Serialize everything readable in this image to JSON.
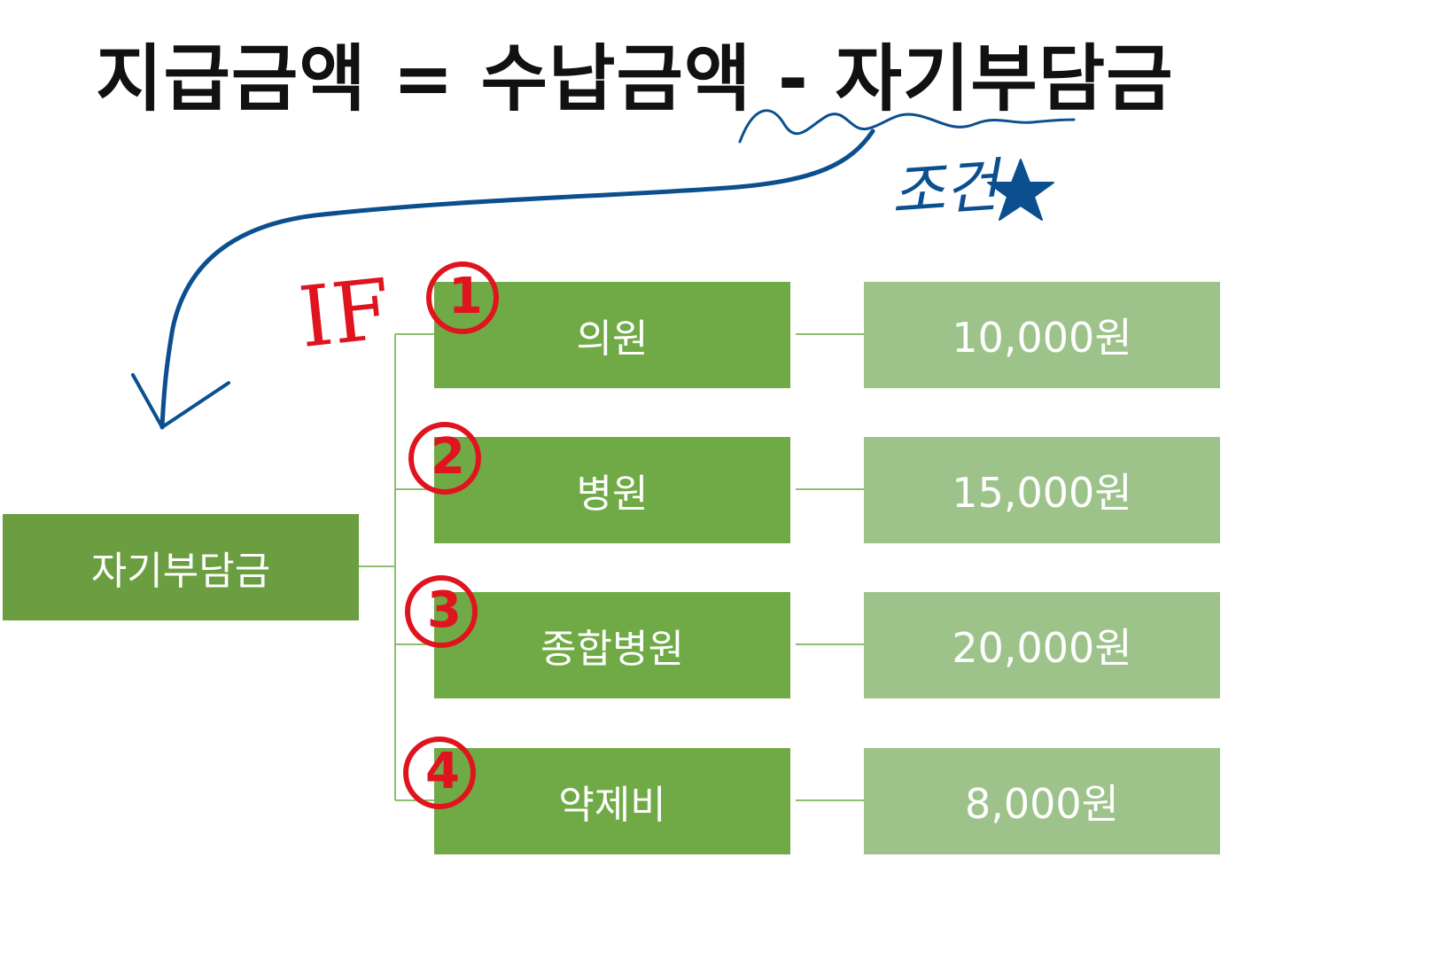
{
  "title": "지급금액 = 수납금액 - 자기부담금",
  "root": {
    "label": "자기부담금"
  },
  "rows": [
    {
      "institution": "의원",
      "amount": "10,000원",
      "marker": "1"
    },
    {
      "institution": "병원",
      "amount": "15,000원",
      "marker": "2"
    },
    {
      "institution": "종합병원",
      "amount": "20,000원",
      "marker": "3"
    },
    {
      "institution": "약제비",
      "amount": "8,000원",
      "marker": "4"
    }
  ],
  "annotations": {
    "condition_note": "조건",
    "if_label": "IF",
    "star_icon": "star-icon",
    "ink_blue": "#0b4f8f",
    "ink_red": "#e0141e"
  },
  "colors": {
    "root_fill": "#6a9e40",
    "mid_fill": "#70aa46",
    "value_fill": "#9dc38a",
    "connector": "#8cbf70"
  }
}
